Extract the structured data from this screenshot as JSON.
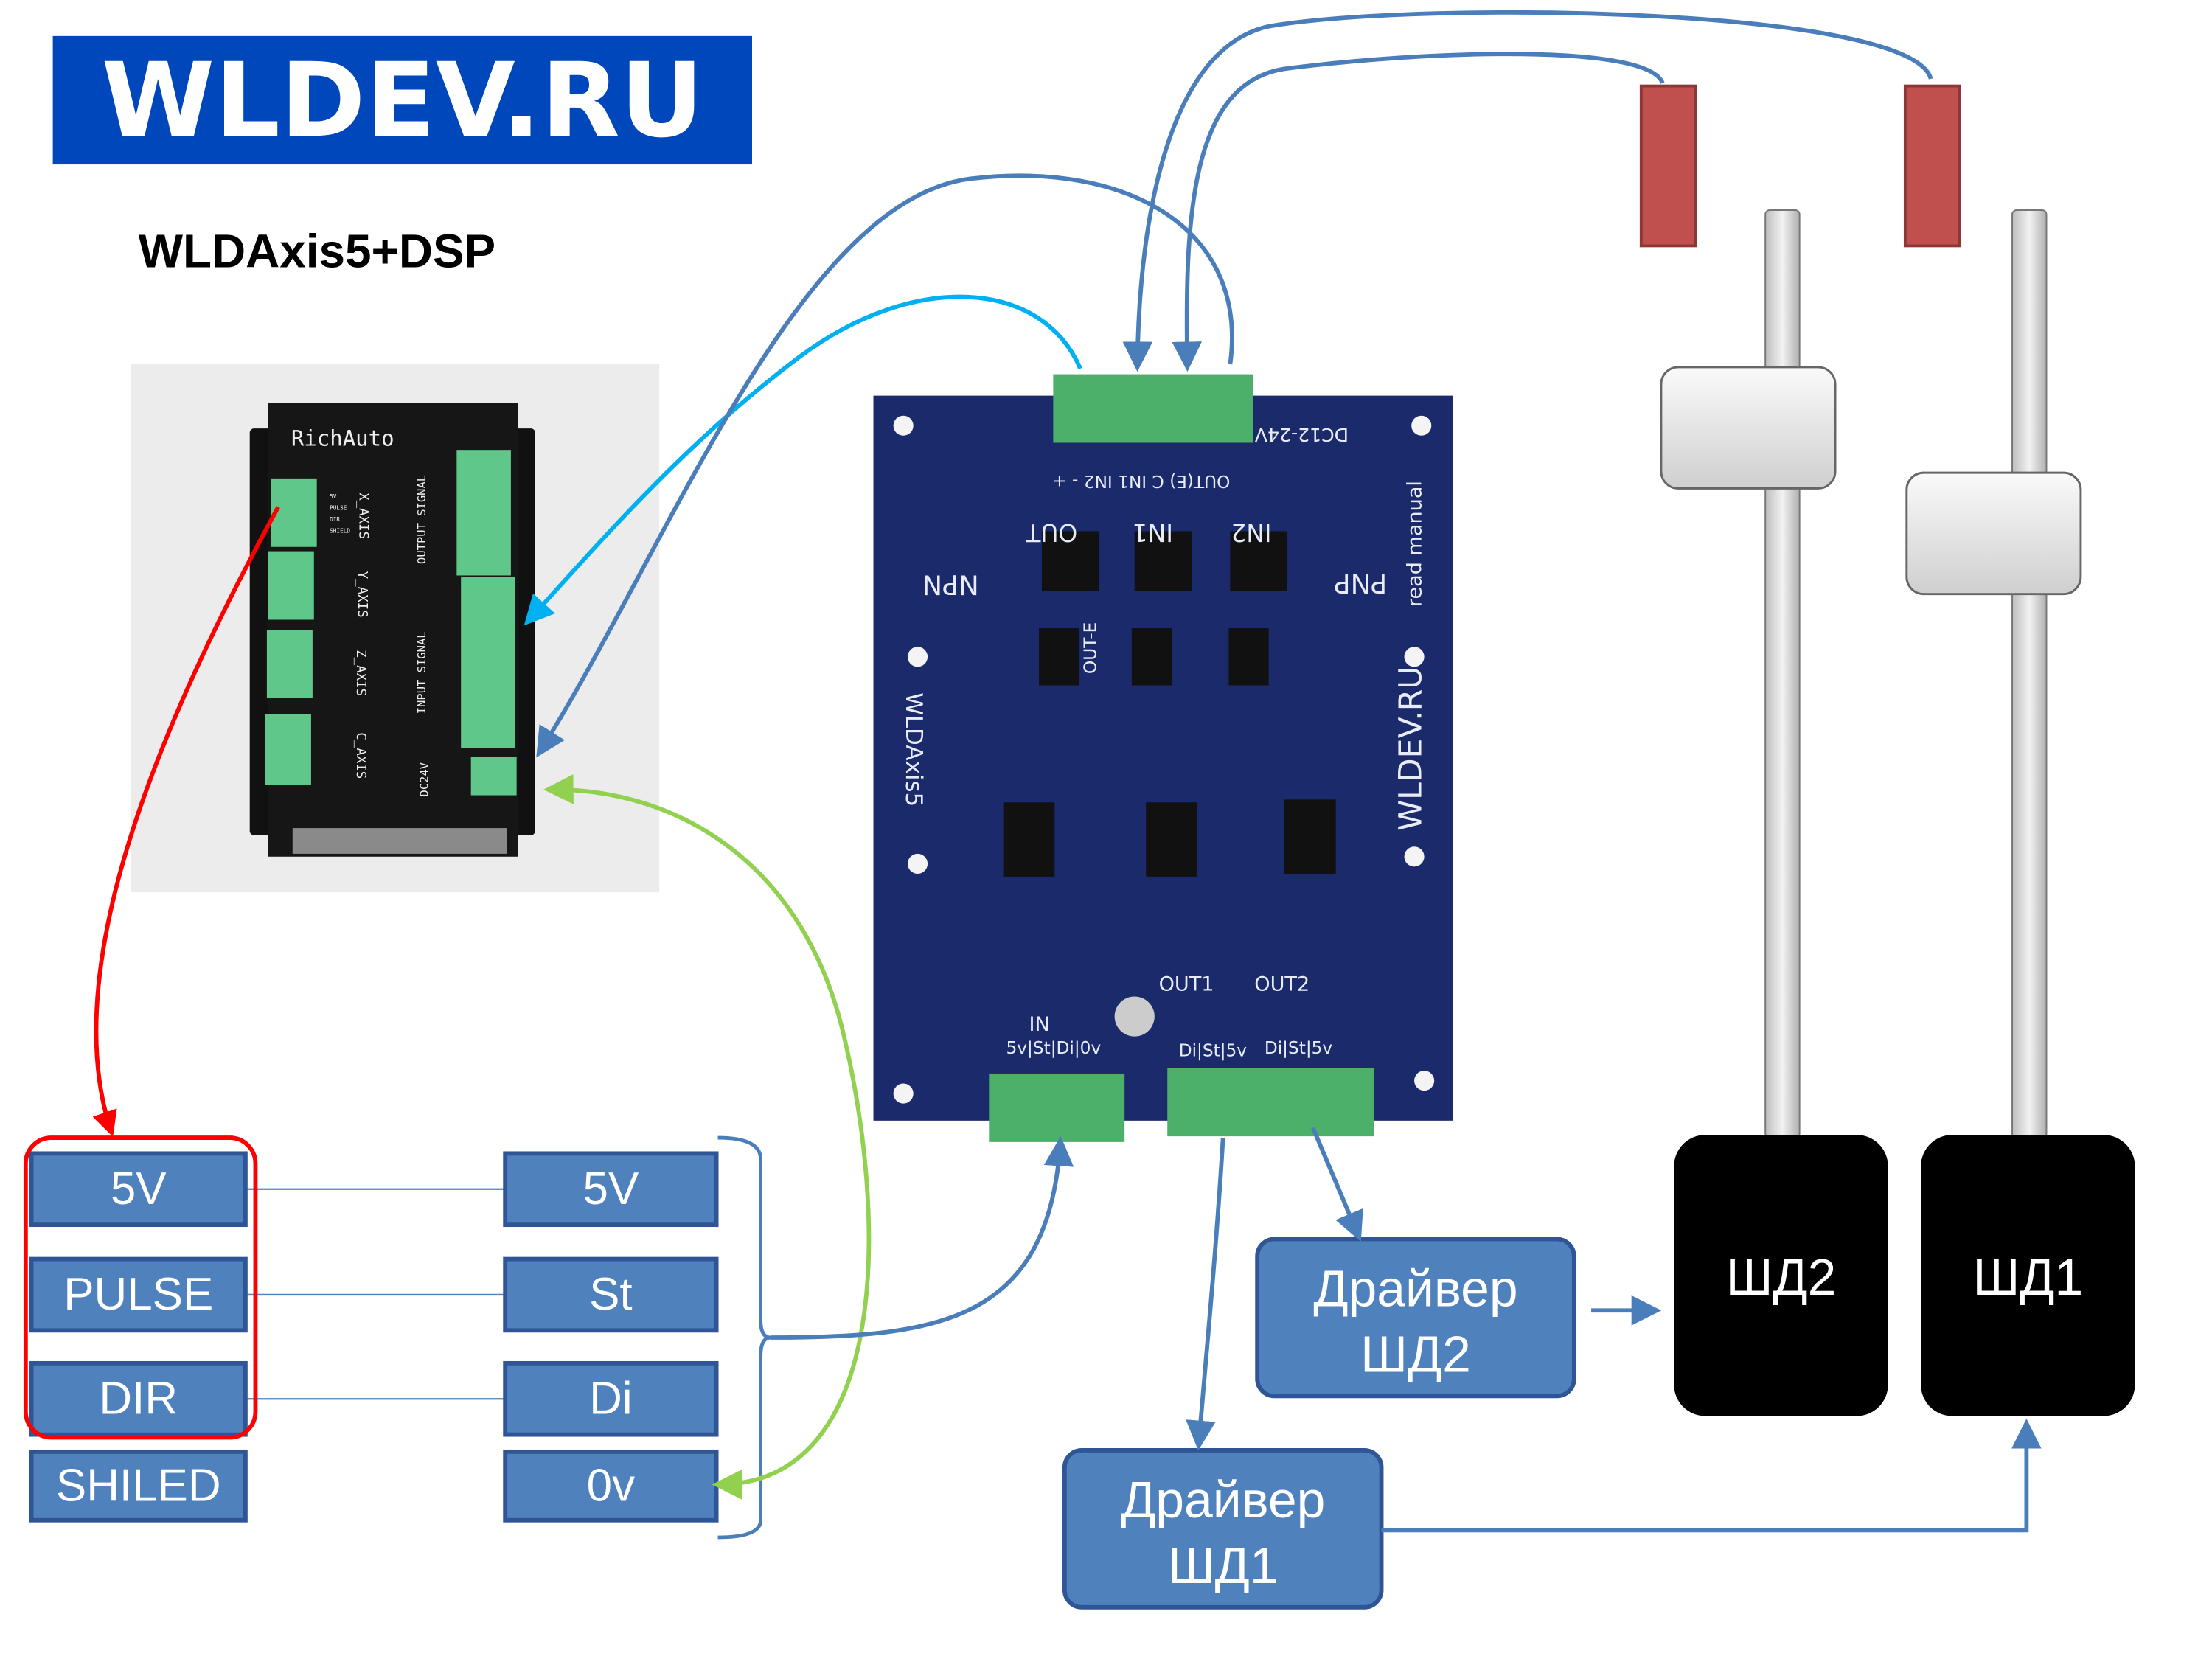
{
  "logo": {
    "text": "WLDEV.RU",
    "color": "#0047BB"
  },
  "title": "WLDAxis5+DSP",
  "controller": {
    "brand": "RichAuto",
    "axes": [
      "X_AXIS",
      "Y_AXIS",
      "Z_AXIS",
      "C_AXIS"
    ],
    "axis_pins": [
      "5V",
      "PULSE",
      "DIR",
      "SHIELD"
    ],
    "output_label": "OUTPUT SIGNAL",
    "input_label": "INPUT SIGNAL",
    "power_label": "DC24V"
  },
  "board": {
    "name": "WLDAxis5",
    "site": "WLDEV.RU",
    "note": "read manual",
    "power": "DC12-24V",
    "top_pins": "OUT(E) C IN1 IN2 - +",
    "npn": "NPN",
    "pnp": "PNP",
    "jumpers": [
      "OUT",
      "IN1",
      "IN2"
    ],
    "out_e": "OUT-E",
    "outputs": [
      "OUT1",
      "OUT2"
    ],
    "in_label": "IN",
    "in_pins": "5v|St|Di|0v",
    "out_pins": "Di|St|5v",
    "out_pins2": "Di|St|5v"
  },
  "left_pins": [
    "5V",
    "PULSE",
    "DIR",
    "SHILED"
  ],
  "right_pins": [
    "5V",
    "St",
    "Di",
    "0v"
  ],
  "drivers": [
    {
      "line1": "Драйвер",
      "line2": "ШД2"
    },
    {
      "line1": "Драйвер",
      "line2": "ШД1"
    }
  ],
  "motors": [
    "ШД2",
    "ШД1"
  ],
  "colors": {
    "box_fill": "#4F81BD",
    "box_stroke": "#2F5597",
    "wire_blue": "#4A7EBB",
    "wire_cyan": "#00B0F0",
    "wire_green": "#92D050",
    "wire_red": "#FF0000",
    "sensor": "#C0504D",
    "pcb": "#1B2A6B",
    "terminal": "#4CAF6A"
  }
}
